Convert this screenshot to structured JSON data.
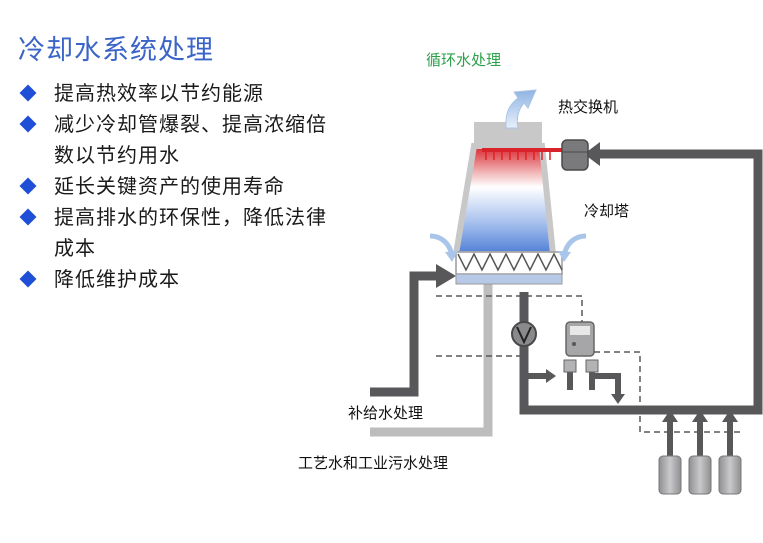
{
  "title": "冷却水系统处理",
  "bullets": [
    "提高热效率以节约能源",
    "减少冷却管爆裂、提高浓缩倍数以节约用水",
    "延长关键资产的使用寿命",
    "提高排水的环保性，降低法律成本",
    "降低维护成本"
  ],
  "diagram": {
    "labels": {
      "recirculation": "循环水处理",
      "heat_exchanger": "热交换机",
      "cooling_tower": "冷却塔",
      "makeup_water": "补给水处理",
      "process_water": "工艺水和工业污水处理"
    },
    "colors": {
      "bullet": "#1f4fd6",
      "title": "#3a64c8",
      "pipe_dark": "#58585a",
      "pipe_light": "#bdbdbd",
      "hot": "#d9232a",
      "cool": "#4f7fd6",
      "recirc_label": "#2aa14a"
    }
  }
}
